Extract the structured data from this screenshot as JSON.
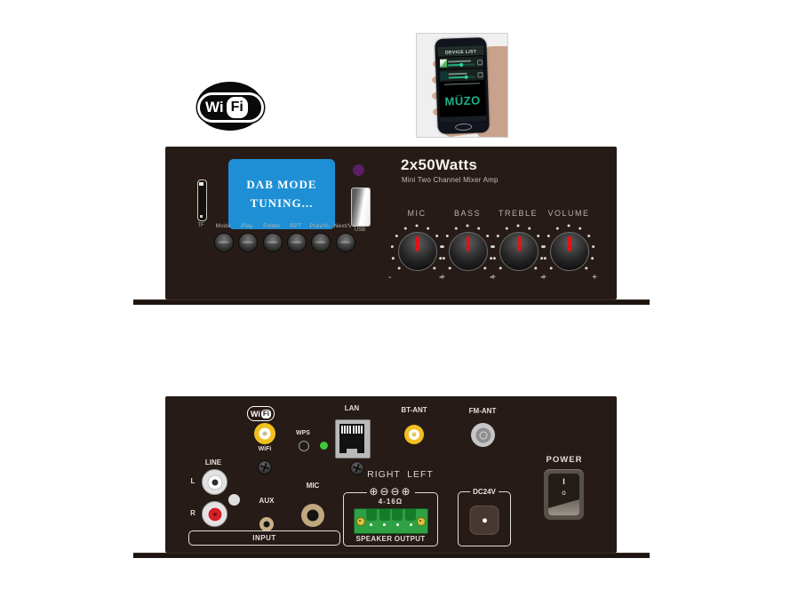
{
  "wifi_logo": {
    "wi": "Wi",
    "fi": "Fi"
  },
  "phone_app": {
    "header": "DEVICE LIST",
    "brand": "MÜZO",
    "brand_color": "#1db389"
  },
  "front_panel": {
    "title": "2x50Watts",
    "subtitle": "Mini Two Channel Mixer Amp",
    "display": {
      "line1": "DAB MODE",
      "line2": "TUNING...",
      "bg_color": "#1e8fd5"
    },
    "tf_label": "TF",
    "usb_label": "USB",
    "buttons": [
      "Mode",
      "Play",
      "Folder",
      "RPT",
      "Prev/V-",
      "Next/V+"
    ],
    "knobs": [
      "MIC",
      "BASS",
      "TREBLE",
      "VOLUME"
    ],
    "knob_min": "-",
    "knob_max": "+",
    "pointer_color": "#e01418",
    "led_color": "#5c1e66"
  },
  "rear_panel": {
    "wifi_badge": {
      "wi": "Wi",
      "fi": "Fi"
    },
    "wifi_label": "WiFi",
    "wps_label": "WPS",
    "lan_label": "LAN",
    "bt_ant_label": "BT-ANT",
    "fm_ant_label": "FM-ANT",
    "line_label": "LINE",
    "left_channel": "L",
    "right_channel": "R",
    "aux_label": "AUX",
    "mic_label": "MIC",
    "input_label": "INPUT",
    "right_label": "RIGHT",
    "left_label": "LEFT",
    "polarity": "⊕⊖⊖⊕",
    "impedance": "4-16Ω",
    "speaker_output_label": "SPEAKER OUTPUT",
    "dc_label": "DC24V",
    "power_label": "POWER",
    "switch_on": "I",
    "switch_off": "o",
    "connector_yellow": "#f0c020",
    "terminal_green": "#2fa043"
  }
}
